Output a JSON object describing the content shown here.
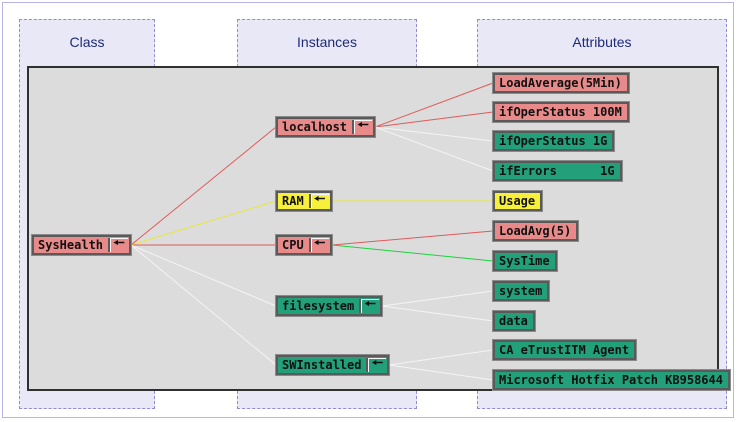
{
  "columns": {
    "class": "Class",
    "instances": "Instances",
    "attributes": "Attributes"
  },
  "colors": {
    "red": "#e88a8a",
    "yellow": "#f6f03a",
    "green": "#22a07a",
    "panel_bg": "#dcdcdc",
    "column_bg": "#e8e8f6"
  },
  "class_node": {
    "label": "SysHealth",
    "arrow": "🠔",
    "status": "red"
  },
  "instances": [
    {
      "id": "localhost",
      "label": "localhost",
      "arrow": "🠔",
      "status": "red"
    },
    {
      "id": "ram",
      "label": "RAM",
      "arrow": "🠔",
      "status": "yellow"
    },
    {
      "id": "cpu",
      "label": "CPU",
      "arrow": "🠔",
      "status": "red"
    },
    {
      "id": "filesystem",
      "label": "filesystem",
      "arrow": "🠔",
      "status": "green"
    },
    {
      "id": "swinstalled",
      "label": "SWInstalled",
      "arrow": "🠔",
      "status": "green"
    }
  ],
  "attributes": [
    {
      "label": "LoadAverage(5Min)",
      "status": "red",
      "parent": "localhost"
    },
    {
      "label": "ifOperStatus 100M",
      "status": "red",
      "parent": "localhost"
    },
    {
      "label": "ifOperStatus 1G",
      "status": "green",
      "parent": "localhost"
    },
    {
      "label": "ifErrors      1G",
      "status": "green",
      "parent": "localhost"
    },
    {
      "label": "Usage",
      "status": "yellow",
      "parent": "ram"
    },
    {
      "label": "LoadAvg(5)",
      "status": "red",
      "parent": "cpu"
    },
    {
      "label": "SysTime",
      "status": "green",
      "parent": "cpu"
    },
    {
      "label": "system",
      "status": "green",
      "parent": "filesystem"
    },
    {
      "label": "data",
      "status": "green",
      "parent": "filesystem"
    },
    {
      "label": "CA eTrustITM Agent",
      "status": "green",
      "parent": "swinstalled"
    },
    {
      "label": "Microsoft Hotfix Patch KB958644",
      "status": "green",
      "parent": "swinstalled"
    }
  ]
}
